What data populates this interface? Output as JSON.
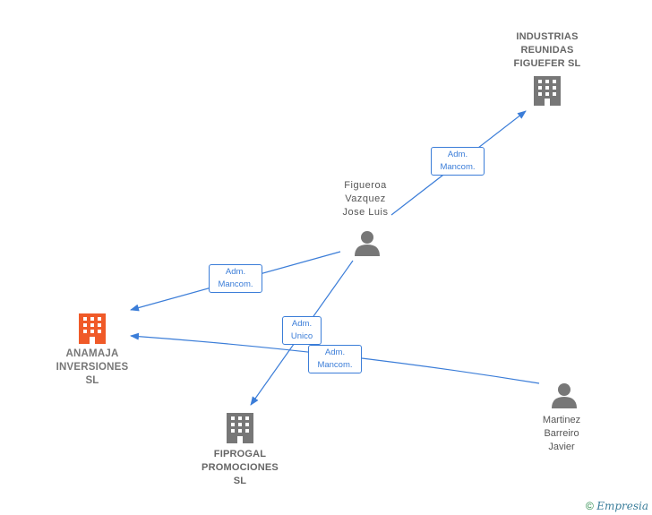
{
  "nodes": {
    "industrias": {
      "label": "INDUSTRIAS\nREUNIDAS\nFIGUEFER SL",
      "icon": "building-icon",
      "color": "#777777"
    },
    "figueroa": {
      "label": "Figueroa\nVazquez\nJose Luis",
      "icon": "person-icon",
      "color": "#777777"
    },
    "anamaja": {
      "label": "ANAMAJA\nINVERSIONES\nSL",
      "icon": "building-icon",
      "color": "#f05a28"
    },
    "fiprogal": {
      "label": "FIPROGAL\nPROMOCIONES\nSL",
      "icon": "building-icon",
      "color": "#777777"
    },
    "martinez": {
      "label": "Martinez\nBarreiro\nJavier",
      "icon": "person-icon",
      "color": "#777777"
    }
  },
  "edges": [
    {
      "from": "figueroa",
      "to": "industrias",
      "label": "Adm.\nMancom."
    },
    {
      "from": "figueroa",
      "to": "anamaja",
      "label": "Adm.\nMancom."
    },
    {
      "from": "figueroa",
      "to": "fiprogal",
      "label": "Adm.\nUnico"
    },
    {
      "from": "martinez",
      "to": "anamaja",
      "label": "Adm.\nMancom."
    }
  ],
  "colors": {
    "edge": "#3b7dd8"
  },
  "footer": {
    "copyright": "©",
    "brand": "Empresia"
  }
}
